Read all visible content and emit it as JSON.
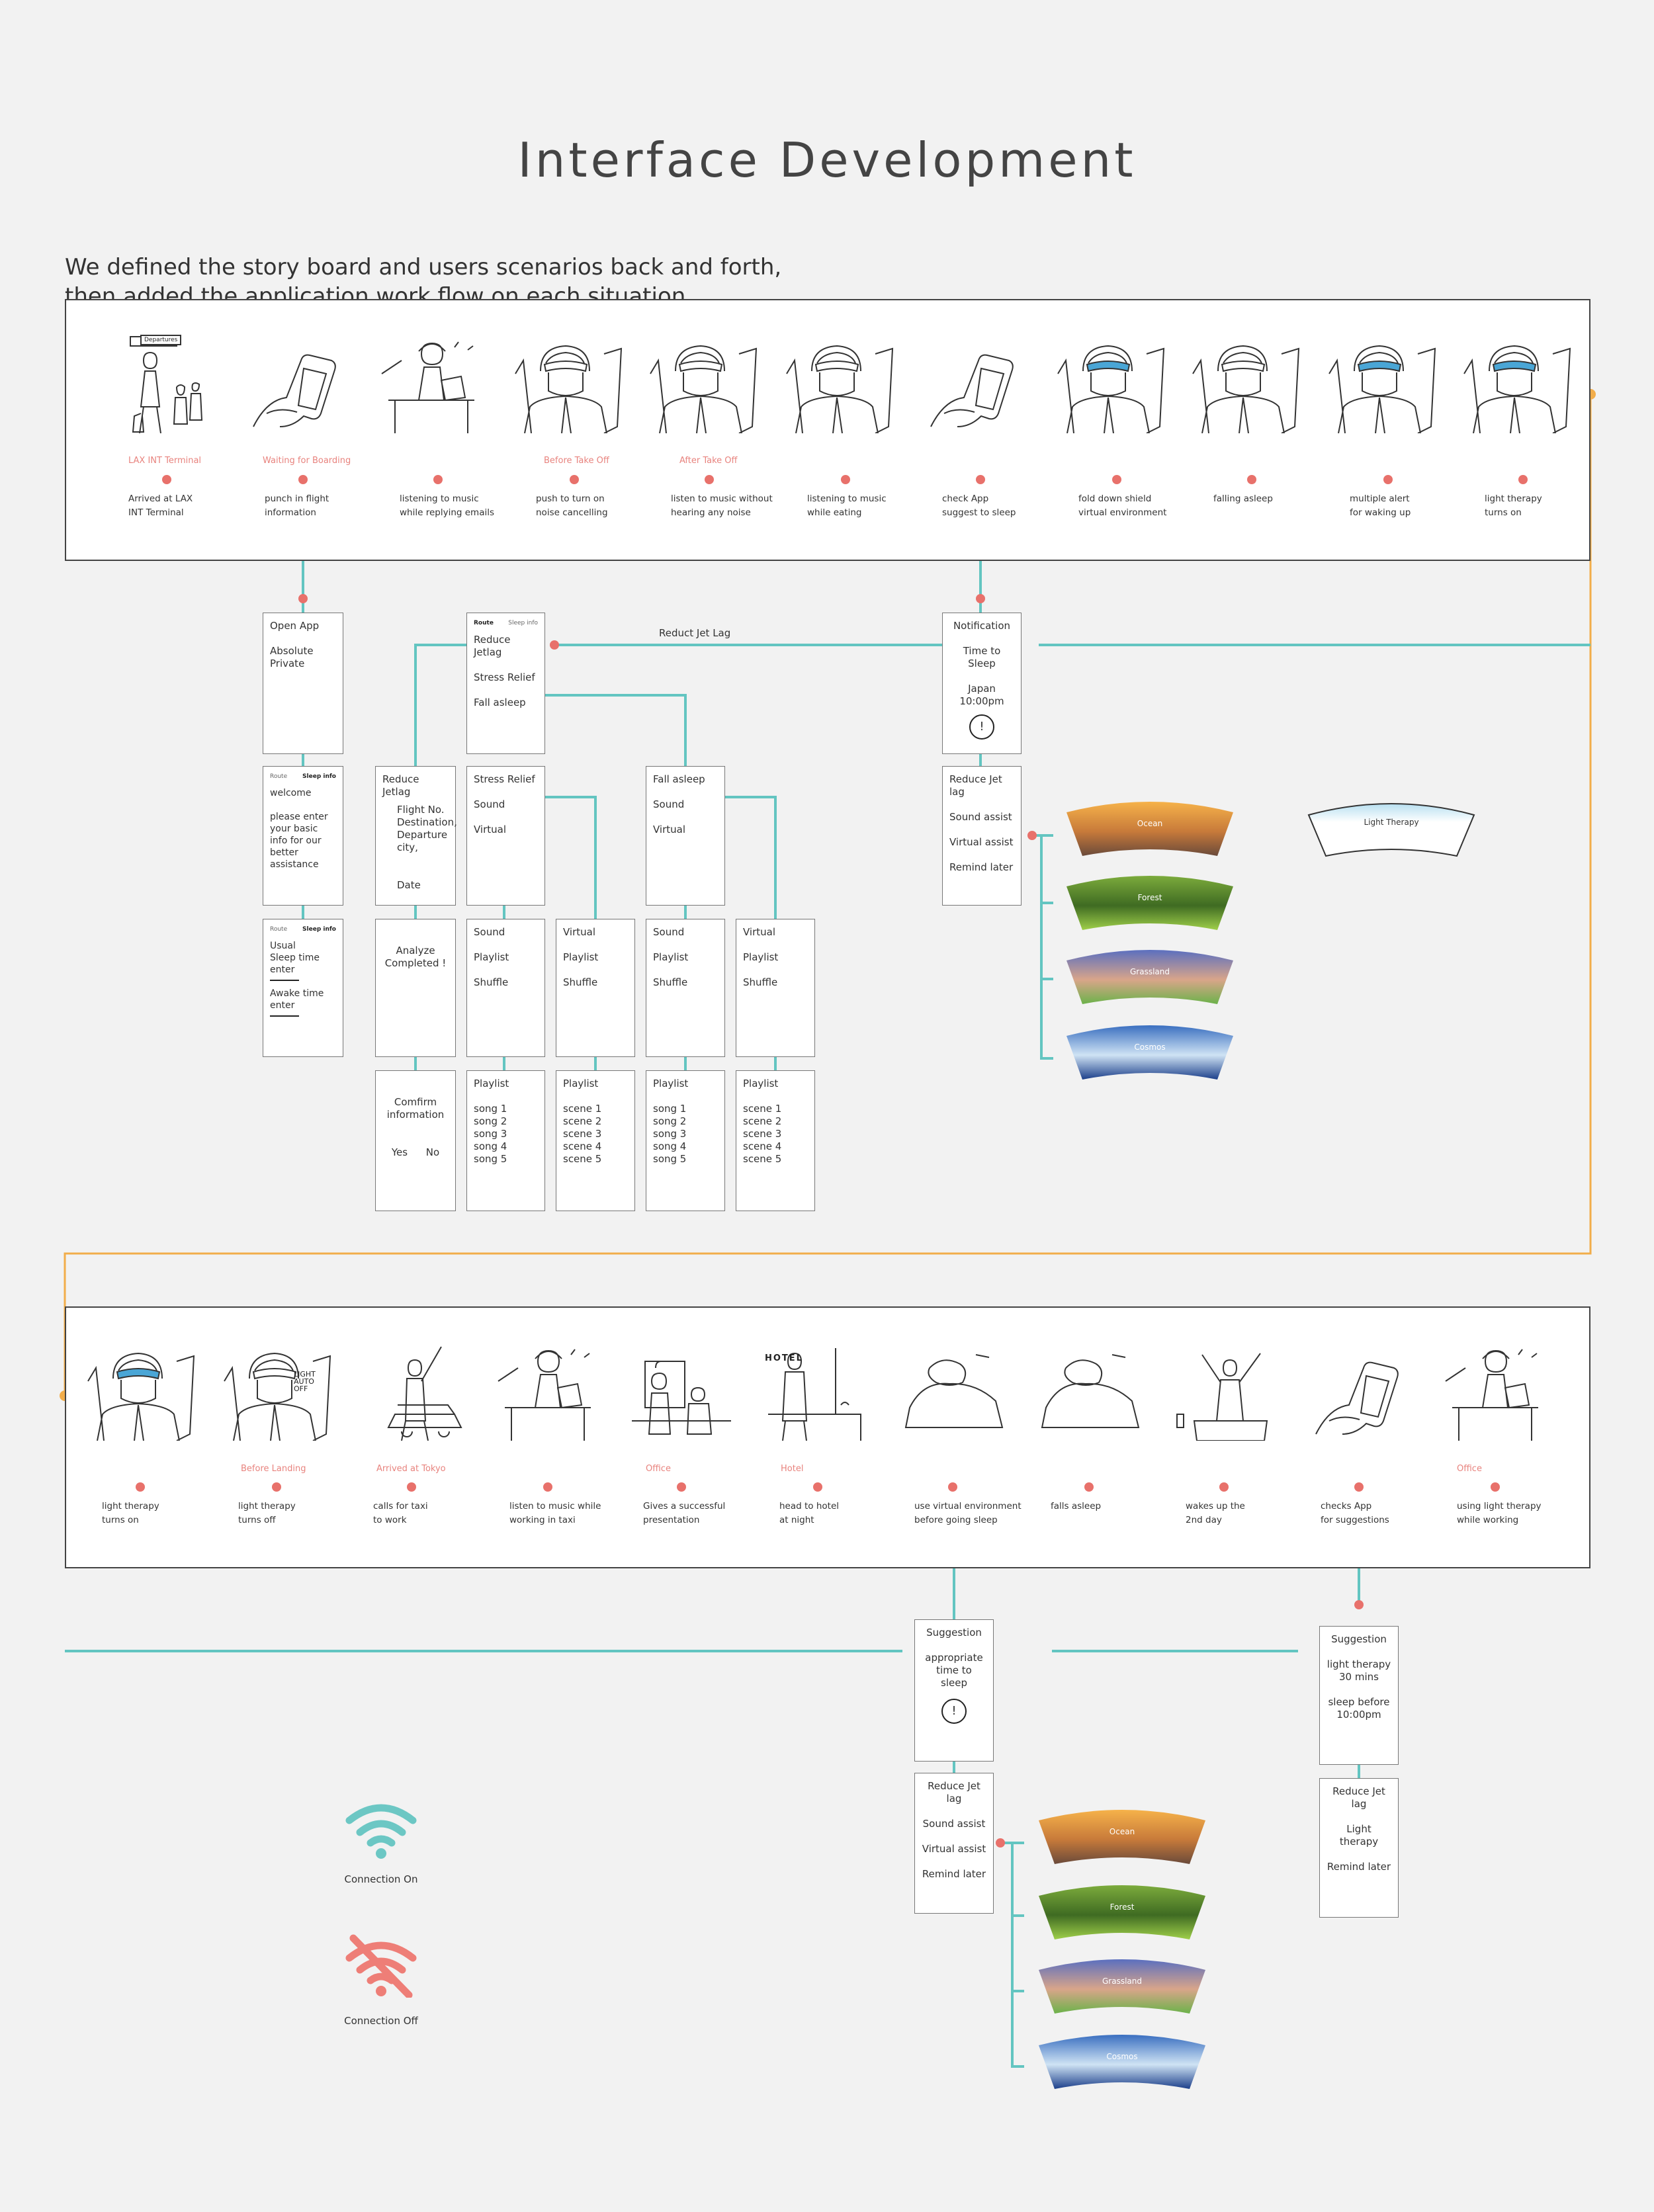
{
  "title": "Interface Development",
  "intro": "We defined the story board and users scenarios back and forth,\nthen added the application work flow on each situation.",
  "colors": {
    "teal": "#63c5c1",
    "dot": "#e8716b",
    "orange": "#f2ad4a",
    "tag": "#e8837e",
    "wifi_on": "#6cc7c4",
    "wifi_off": "#ee7e77"
  },
  "timeline_top": {
    "phase_tags": [
      "LAX INT Terminal",
      "Waiting for Boarding",
      "Before Take Off",
      "After Take Off"
    ],
    "sign": "Departures",
    "steps": [
      "Arrived at LAX\nINT Terminal",
      "punch in flight\ninformation",
      "listening to music\nwhile replying emails",
      "push to turn on\nnoise cancelling",
      "listen to music without\nhearing any noise",
      "listening to music\nwhile eating",
      "check App\nsuggest to sleep",
      "fold down shield\nvirtual environment",
      "falling asleep",
      "multiple alert\nfor waking up",
      "light therapy\nturns on"
    ]
  },
  "flow_top": {
    "connector_label": "Reduct Jet Lag",
    "tab_route": "Route",
    "tab_sleep": "Sleep info",
    "open_app": "Open App\n\nAbsolute\nPrivate",
    "welcome": "welcome\n\nplease enter\nyour basic\ninfo for our\nbetter\nassistance",
    "sleep_time": "Usual\nSleep time\nenter",
    "awake_time": "Awake time\nenter",
    "menu": "Reduce Jetlag\n\nStress Relief\n\nFall asleep",
    "reduce_jetlag": "Reduce Jetlag",
    "reduce_jetlag_fields": "Flight No.\nDestination,\nDeparture\ncity,\n\n\nDate",
    "analyze": "Analyze\nCompleted !",
    "confirm": "Comfirm\ninformation",
    "yes": "Yes",
    "no": "No",
    "stress_relief": "Stress Relief\n\n     Sound\n\n     Virtual",
    "fall_asleep": "Fall asleep\n\n     Sound\n\n     Virtual",
    "sound_opts": "Sound\n\n     Playlist\n\n     Shuffle",
    "virtual_opts": "Virtual\n\n     Playlist\n\n     Shuffle",
    "playlist_songs": "Playlist\n\n   song 1\n   song 2\n   song 3\n   song 4\n   song 5",
    "playlist_scenes": "Playlist\n\n   scene 1\n   scene 2\n   scene 3\n   scene 4\n   scene 5",
    "notification": "Notification\n\nTime to\nSleep\n\nJapan\n10:00pm",
    "reduce_jet_lag_menu": "Reduce Jet lag\n\n  Sound assist\n\n  Virtual assist\n\n  Remind later",
    "scenes": [
      "Ocean",
      "Forest",
      "Grassland",
      "Cosmos"
    ],
    "light_therapy": "Light Therapy"
  },
  "timeline_bottom": {
    "phase_tags": [
      "Before Landing",
      "Arrived at Tokyo",
      "Office",
      "Hotel",
      "Office"
    ],
    "panel_texts": [
      "LIGHT\nAUTO\nOFF",
      "HOTEL"
    ],
    "steps": [
      "light therapy\nturns on",
      "light therapy\nturns off",
      "calls for taxi\nto work",
      "listen to music while\nworking in taxi",
      "Gives a successful\npresentation",
      "head to hotel\nat night",
      "use virtual environment\nbefore going sleep",
      "falls asleep",
      "wakes up the\n2nd day",
      "checks App\nfor suggestions",
      "using light therapy\nwhile working"
    ]
  },
  "flow_bottom": {
    "suggestion_1": "Suggestion\n\nappropriate\ntime to\nsleep",
    "suggestion_2": "Suggestion\n\nlight therapy\n30 mins\n\nsleep before\n10:00pm",
    "reduce_jet_lag_menu": "Reduce Jet lag\n\nSound assist\n\nVirtual assist\n\nRemind later",
    "reduce_jet_lag_menu_2": "Reduce Jet lag\n\nLight therapy\n\nRemind later",
    "scenes": [
      "Ocean",
      "Forest",
      "Grassland",
      "Cosmos"
    ]
  },
  "legend": {
    "connection_on": "Connection On",
    "connection_off": "Connection Off"
  }
}
